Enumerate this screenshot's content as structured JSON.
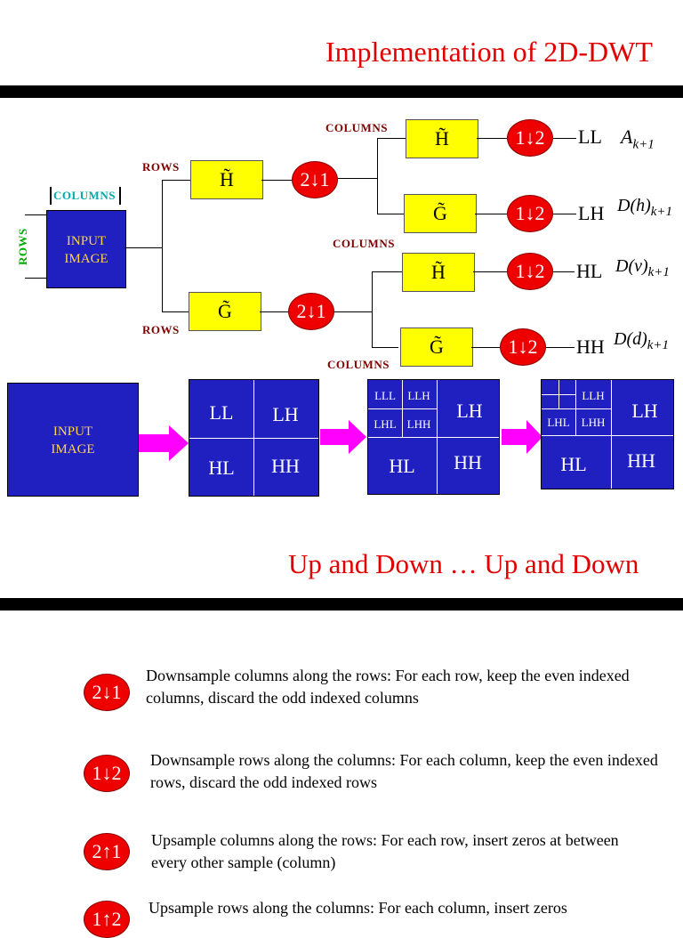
{
  "slide1": {
    "title": "Implementation of 2D-DWT",
    "labels": {
      "rows": "ROWS",
      "columns": "COLUMNS"
    },
    "input_image": "INPUT IMAGE",
    "filters": {
      "h": "H̃",
      "g": "G̃"
    },
    "ops": {
      "down_cols": "2↓1",
      "down_rows": "1↓2"
    },
    "outputs": [
      "LL",
      "LH",
      "HL",
      "HH"
    ],
    "output_symbols": [
      "A",
      "D(h)",
      "D(v)",
      "D(d)"
    ],
    "subscript": "k+1",
    "bands": {
      "ll": "LL",
      "lh": "LH",
      "hl": "HL",
      "hh": "HH",
      "lll": "LLL",
      "llh": "LLH",
      "lhl": "LHL",
      "lhh": "LHH"
    }
  },
  "slide2": {
    "title": "Up and Down … Up and Down",
    "items": [
      {
        "op": "2↓1",
        "text": "Downsample columns along the rows: For each row, keep the even indexed columns, discard the odd indexed columns"
      },
      {
        "op": "1↓2",
        "text": "Downsample rows along the columns: For each column, keep the even indexed rows, discard the odd indexed rows"
      },
      {
        "op": "2↑1",
        "text": "Upsample columns along the rows: For each row, insert zeros at between every other sample (column)"
      },
      {
        "op": "1↑2",
        "text": "Upsample rows along the columns: For each column, insert zeros"
      }
    ]
  }
}
